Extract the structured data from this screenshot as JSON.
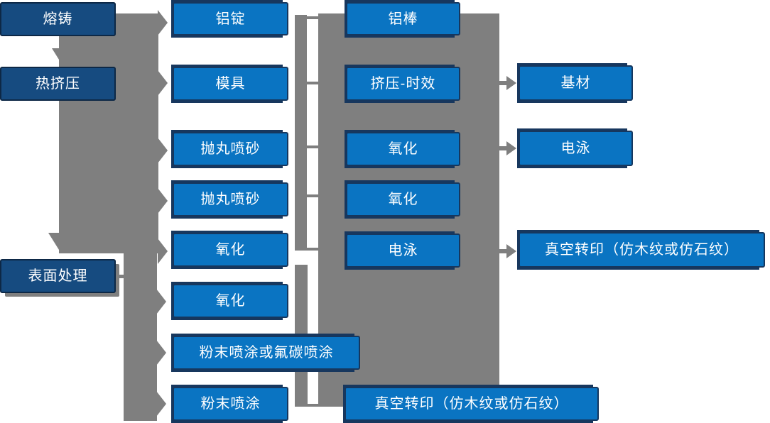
{
  "colors": {
    "process_box_blue": "#0A74C2",
    "stage_box_dark_blue": "#164B80",
    "box_border_navy": "#17375E",
    "connector_gray": "#7F7F7F",
    "text_white": "#FFFFFF",
    "background": "#FFFFFF"
  },
  "columns": [
    {
      "items": [
        "熔铸",
        "热挤压",
        "表面处理"
      ]
    },
    {
      "items": [
        "铝锭",
        "模具",
        "抛丸喷砂",
        "抛丸喷砂",
        "氧化",
        "氧化",
        "粉末喷涂或氟碳喷涂",
        "粉末喷涂"
      ]
    },
    {
      "items": [
        "铝棒",
        "挤压-时效",
        "氧化",
        "氧化",
        "电泳",
        "真空转印（仿木纹或仿石纹）"
      ]
    },
    {
      "items": [
        "基材",
        "电泳",
        "真空转印（仿木纹或仿石纹）"
      ]
    }
  ],
  "edges": [
    {
      "from": "熔铸",
      "to": "铝锭"
    },
    {
      "from": "熔铸",
      "to": "热挤压"
    },
    {
      "from": "热挤压",
      "to": "模具"
    },
    {
      "from": "热挤压",
      "to": "抛丸喷砂"
    },
    {
      "from": "热挤压",
      "to": "表面处理"
    },
    {
      "from": "表面处理",
      "to": "氧化"
    },
    {
      "from": "表面处理",
      "to": "粉末喷涂或氟碳喷涂"
    },
    {
      "from": "表面处理",
      "to": "粉末喷涂"
    },
    {
      "from": "挤压-时效",
      "to": "基材"
    },
    {
      "from": "氧化",
      "to": "电泳"
    },
    {
      "from": "电泳",
      "to": "真空转印（仿木纹或仿石纹）"
    }
  ]
}
